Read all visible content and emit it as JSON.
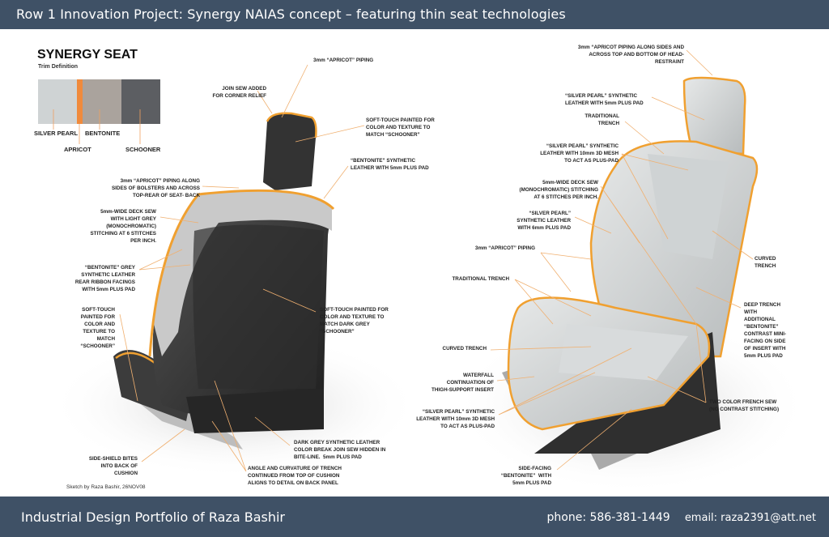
{
  "header": {
    "title": "Row 1 Innovation Project:  Synergy NAIAS concept – featuring thin seat technologies"
  },
  "trim": {
    "title": "SYNERGY SEAT",
    "subtitle": "Trim Definition",
    "swatches": [
      {
        "name": "SILVER PEARL",
        "color": "#cfd3d4"
      },
      {
        "name": "APRICOT",
        "color": "#f08a3c"
      },
      {
        "name": "BENTONITE",
        "color": "#aaa39d"
      },
      {
        "name": "SCHOONER",
        "color": "#5c5e62"
      }
    ]
  },
  "left_seat": {
    "labels": [
      "3mm “APRICOT” PIPING",
      "JOIN SEW ADDED\nFOR CORNER RELIEF",
      "SOFT-TOUCH PAINTED FOR\nCOLOR AND TEXTURE TO\nMATCH “SCHOONER”",
      "“BENTONITE” SYNTHETIC\nLEATHER WITH 5mm PLUS PAD",
      "3mm “APRICOT” PIPING ALONG\nSIDES OF BOLSTERS AND ACROSS\nTOP-REAR OF SEAT- BACK",
      "5mm-WIDE DECK SEW\nWITH LIGHT GREY\n(MONOCHROMATIC)\nSTITCHING AT 6 STITCHES\nPER INCH.",
      "“BENTONITE” GREY\nSYNTHETIC LEATHER\nREAR RIBBON FACINGS\nWITH 5mm PLUS PAD",
      "SOFT-TOUCH\nPAINTED FOR\nCOLOR AND\nTEXTURE TO\nMATCH\n“SCHOONER”",
      "SOFT-TOUCH PAINTED FOR\nCOLOR AND TEXTURE TO\nMATCH DARK GREY\n“SCHOONER”",
      "DARK GREY SYNTHETIC LEATHER\nCOLOR BREAK JOIN SEW HIDDEN IN\nBITE-LINE.  5mm PLUS PAD",
      "SIDE-SHIELD BITES\nINTO BACK OF\nCUSHION",
      "ANGLE AND CURVATURE OF TRENCH\nCONTINUED FROM TOP OF CUSHION\nALIGNS TO DETAIL ON BACK PANEL"
    ],
    "credit": "Sketch by Raza Bashir, 26NOV08"
  },
  "right_seat": {
    "labels": [
      "3mm “APRICOT PIPING ALONG SIDES AND\nACROSS TOP AND BOTTOM OF HEAD-\nRESTRAINT",
      "“SILVER PEARL” SYNTHETIC\nLEATHER WITH 5mm PLUS PAD",
      "TRADITIONAL\nTRENCH",
      "“SILVER PEARL” SYNTHETIC\nLEATHER WITH 10mm 3D MESH\nTO ACT AS PLUS-PAD",
      "5mm-WIDE DECK SEW\n(MONOCHROMATIC) STITCHING\nAT 6 STITCHES PER INCH.",
      "“SILVER PEARL”\nSYNTHETIC LEATHER\nWITH 6mm PLUS PAD",
      "3mm “APRICOT” PIPING",
      "TRADITIONAL TRENCH",
      "CURVED\nTRENCH",
      "DEEP TRENCH\nWITH\nADDITIONAL\n“BENTONITE”\nCONTRAST MINI-\nFACING ON SIDE\nOF INSERT WITH\n5mm PLUS PAD",
      "CURVED TRENCH",
      "WATERFALL\nCONTINUATION OF\nTHIGH-SUPPORT INSERT",
      "“SILVER PEARL” SYNTHETIC\nLEATHER WITH 10mm 3D MESH\nTO ACT AS PLUS-PAD",
      "TWO COLOR FRENCH SEW\n(NO CONTRAST STITCHING)",
      "SIDE-FACING\n“BENTONITE”  WITH\n5mm PLUS PAD"
    ]
  },
  "footer": {
    "portfolio": "Industrial Design Portfolio of Raza Bashir",
    "phone": "phone:  586-381-1449",
    "email": "email: raza2391@att.net"
  },
  "colors": {
    "bar": "#3f5166",
    "apricot": "#f0a030",
    "leader": "#f0b070"
  }
}
